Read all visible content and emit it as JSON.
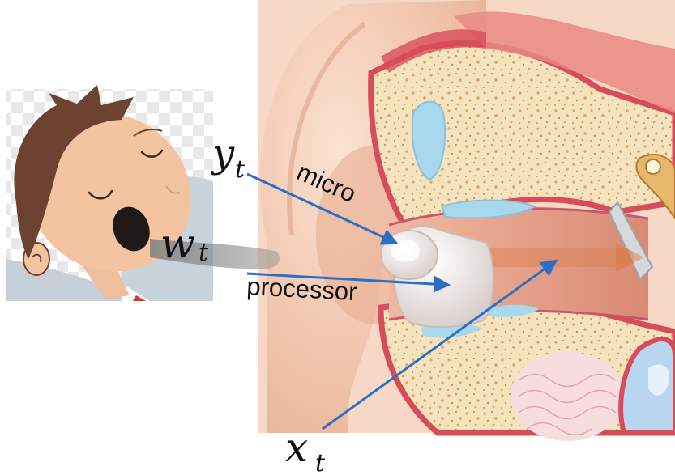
{
  "labels": {
    "y_var": "y",
    "y_sub": "t",
    "w_var": "w",
    "w_sub": "t",
    "x_var": "x",
    "x_sub": "t",
    "micro": "micro",
    "processor": "processor"
  },
  "colors": {
    "arrow": "#2a6fc4",
    "skin": "#f0c09a",
    "hair": "#6b4330",
    "ear_outer": "#f2c2a5",
    "canal": "#e8a58e",
    "bone": "#f4e0b5",
    "bone_dots": "#d9a874",
    "hearing_aid": "#ece4e2",
    "membrane_red": "#d84c5a",
    "fluid_blue": "#a8d8ec"
  },
  "icons": {
    "person": "snoring-person-illustration",
    "ear": "ear-anatomy-illustration",
    "device": "hearing-aid-device"
  }
}
